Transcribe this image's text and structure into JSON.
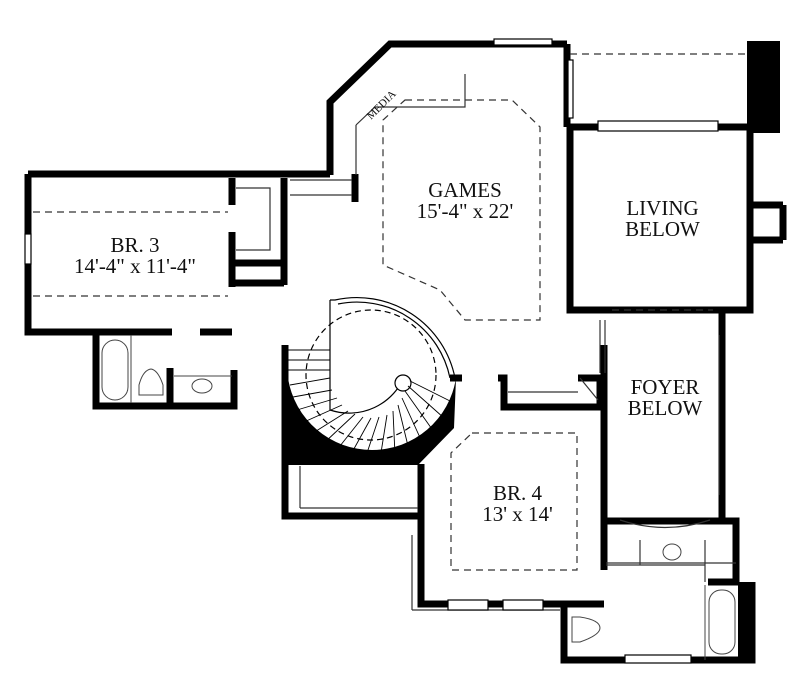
{
  "plan": {
    "type": "second-floor-plan",
    "colors": {
      "wall": "#000000",
      "line": "#333333",
      "background": "#ffffff"
    },
    "rooms": [
      {
        "id": "media",
        "name": "MEDIA",
        "dimensions": ""
      },
      {
        "id": "games",
        "name": "GAMES",
        "dimensions": "15'-4\" x 22'"
      },
      {
        "id": "living",
        "name": "LIVING",
        "dimensions": "BELOW"
      },
      {
        "id": "br3",
        "name": "BR. 3",
        "dimensions": "14'-4\" x 11'-4\""
      },
      {
        "id": "foyer",
        "name": "FOYER",
        "dimensions": "BELOW"
      },
      {
        "id": "br4",
        "name": "BR. 4",
        "dimensions": "13' x 14'"
      }
    ],
    "fixtures": [
      "bathtub-br3-bath",
      "toilet-br3-bath",
      "sink-br3-bath",
      "spiral-staircase",
      "sink-br4-bath",
      "toilet-br4-bath",
      "bathtub-br4-bath"
    ]
  }
}
